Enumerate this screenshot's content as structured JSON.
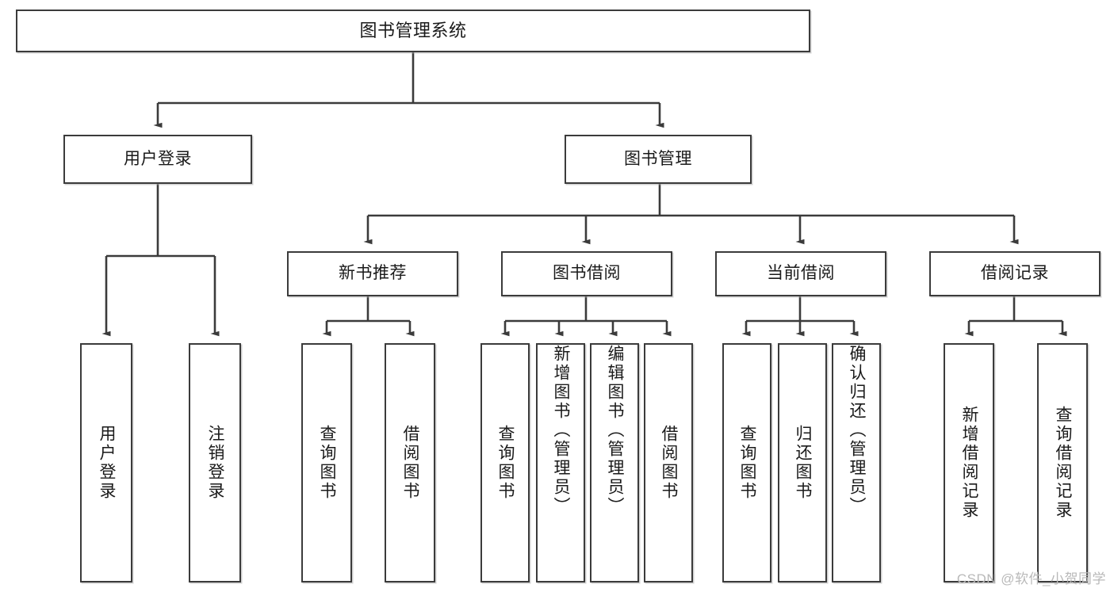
{
  "diagram": {
    "title": "图书管理系统",
    "type": "tree-hierarchy",
    "root": {
      "label": "图书管理系统"
    },
    "level2": [
      {
        "label": "用户登录"
      },
      {
        "label": "图书管理"
      }
    ],
    "level3": [
      {
        "label": "新书推荐"
      },
      {
        "label": "图书借阅"
      },
      {
        "label": "当前借阅"
      },
      {
        "label": "借阅记录"
      }
    ],
    "leaves": {
      "user_login": [
        {
          "label": "用户登录"
        },
        {
          "label": "注销登录"
        }
      ],
      "new_book_recommend": [
        {
          "label": "查询图书"
        },
        {
          "label": "借阅图书"
        }
      ],
      "book_borrow": [
        {
          "label": "查询图书"
        },
        {
          "label": "新增图书（管理员）"
        },
        {
          "label": "编辑图书（管理员）"
        },
        {
          "label": "借阅图书"
        }
      ],
      "current_borrow": [
        {
          "label": "查询图书"
        },
        {
          "label": "归还图书"
        },
        {
          "label": "确认归还（管理员）"
        }
      ],
      "borrow_record": [
        {
          "label": "新增借阅记录"
        },
        {
          "label": "查询借阅记录"
        }
      ]
    }
  },
  "watermark": {
    "text": "CSDN @软件_小贺同学"
  },
  "colors": {
    "background": "#ffffff",
    "box_border": "#3b3b3b",
    "connector": "#3b3b3b",
    "text": "#1a1a1a",
    "watermark": "#b9b9b9"
  }
}
